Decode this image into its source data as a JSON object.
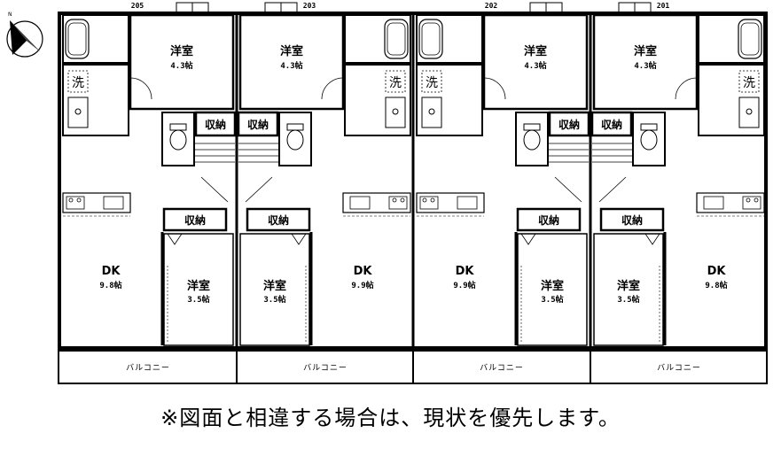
{
  "compass": {
    "north_mark": "N",
    "icon": "north-arrow-icon"
  },
  "units": [
    {
      "number": "205",
      "bedroom_1": {
        "name": "洋室",
        "area": "4.3帖"
      },
      "bedroom_2": {
        "name": "洋室",
        "area": "3.5帖"
      },
      "dk": {
        "name": "DK",
        "area": "9.8帖"
      },
      "storage_upper": "収納",
      "storage_lower": "収納",
      "washer": "洗",
      "balcony": "バルコニー"
    },
    {
      "number": "203",
      "bedroom_1": {
        "name": "洋室",
        "area": "4.3帖"
      },
      "bedroom_2": {
        "name": "洋室",
        "area": "3.5帖"
      },
      "dk": {
        "name": "DK",
        "area": "9.9帖"
      },
      "storage_upper": "収納",
      "storage_lower": "収納",
      "washer": "洗",
      "balcony": "バルコニー"
    },
    {
      "number": "202",
      "bedroom_1": {
        "name": "洋室",
        "area": "4.3帖"
      },
      "bedroom_2": {
        "name": "洋室",
        "area": "3.5帖"
      },
      "dk": {
        "name": "DK",
        "area": "9.9帖"
      },
      "storage_upper": "収納",
      "storage_lower": "収納",
      "washer": "洗",
      "balcony": "バルコニー"
    },
    {
      "number": "201",
      "bedroom_1": {
        "name": "洋室",
        "area": "4.3帖"
      },
      "bedroom_2": {
        "name": "洋室",
        "area": "3.5帖"
      },
      "dk": {
        "name": "DK",
        "area": "9.8帖"
      },
      "storage_upper": "収納",
      "storage_lower": "収納",
      "washer": "洗",
      "balcony": "バルコニー"
    }
  ],
  "note": "※図面と相違する場合は、現状を優先します。"
}
